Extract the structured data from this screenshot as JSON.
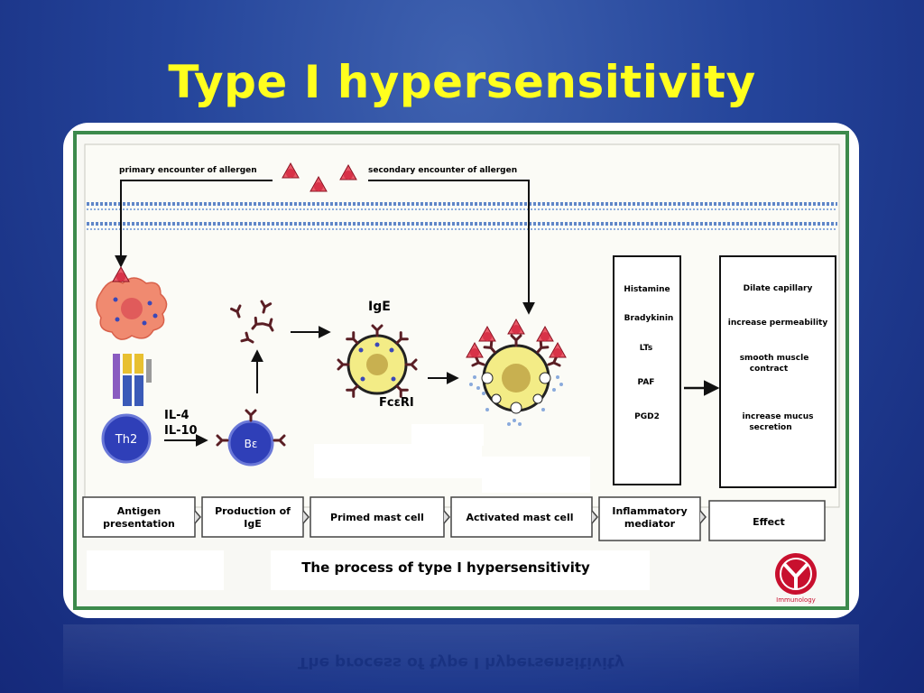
{
  "title": "Type I hypersensitivity",
  "figure": {
    "encounters": {
      "primary": "primary encounter  of allergen",
      "secondary": "secondary encounter of allergen"
    },
    "cells": {
      "th2": "Th2",
      "b_cell": "Bε",
      "ige": "IgE",
      "receptor": "FcεRI"
    },
    "cytokines": [
      "IL-4",
      "IL-10"
    ],
    "mediators": [
      "Histamine",
      "Bradykinin",
      "LTs",
      "PAF",
      "PGD2"
    ],
    "effects": [
      [
        "Dilate capillary"
      ],
      [
        "increase permeability"
      ],
      [
        "smooth muscle",
        "contract"
      ],
      [
        "increase mucus",
        "secretion"
      ]
    ],
    "stages": [
      [
        "Antigen",
        "presentation"
      ],
      [
        "Production of",
        "IgE"
      ],
      [
        "Primed mast cell"
      ],
      [
        "Activated mast cell"
      ],
      [
        "Inflammatory",
        "mediator"
      ],
      [
        "Effect"
      ]
    ],
    "caption": "The process of type I  hypersensitivity",
    "logo_text": "Immunology"
  },
  "colors": {
    "title": "#ffff1e",
    "frame_green": "#3c8a4c",
    "membrane_blue": "#5f86c8",
    "th2_blue": "#2f3fb8",
    "apc_orange": "#f08a70",
    "mast_yellow": "#f3ec86",
    "allergen_red": "#d83248",
    "antibody_dark": "#5a1e24",
    "logo_red": "#c8102e"
  }
}
